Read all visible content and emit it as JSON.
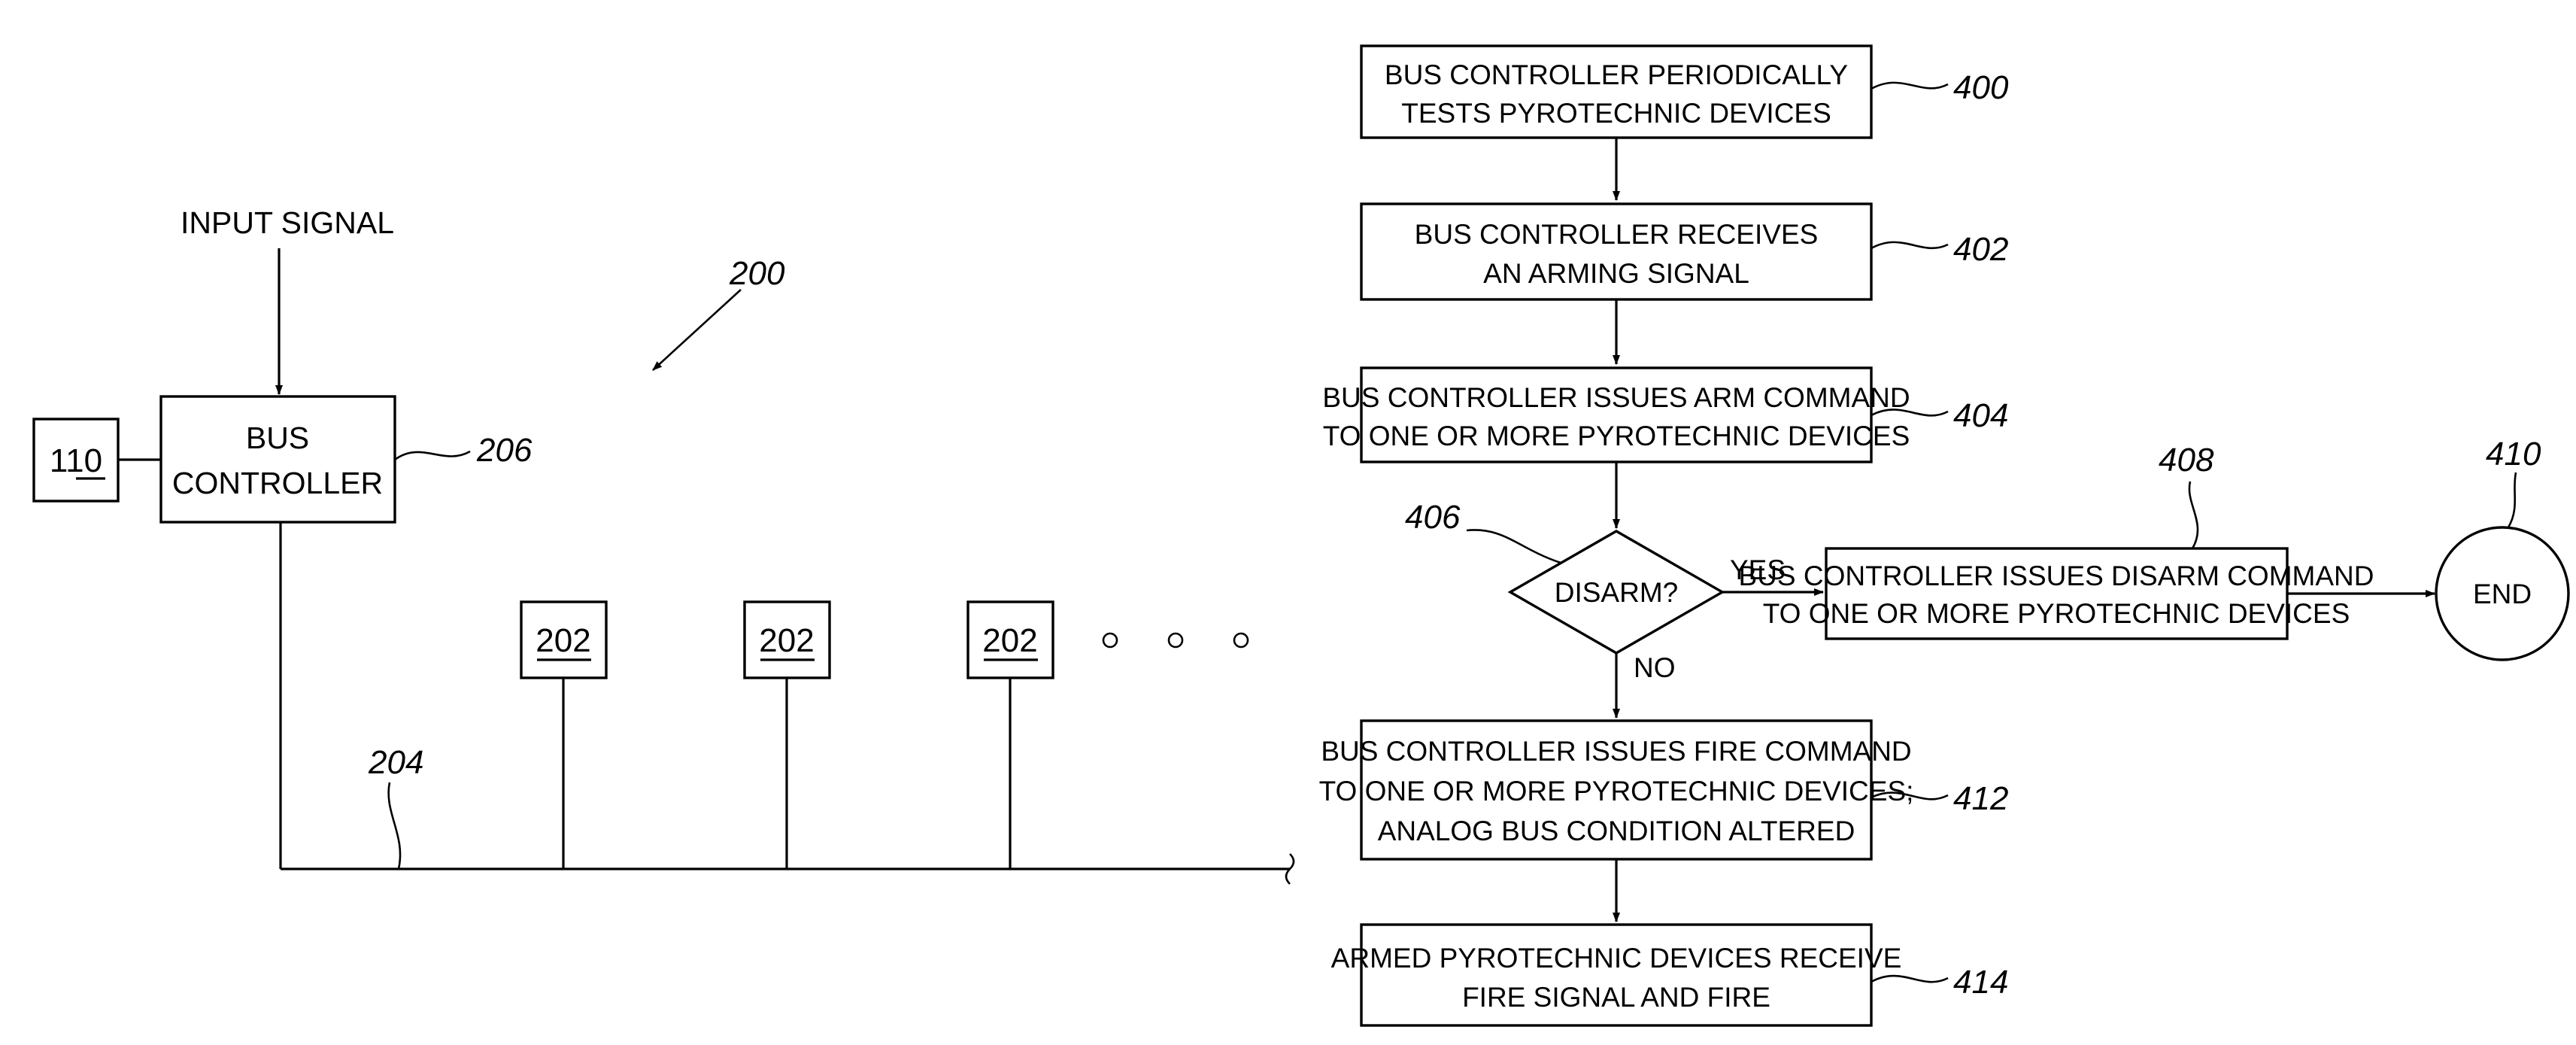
{
  "left_diagram": {
    "ref_200": "200",
    "input_signal": "INPUT SIGNAL",
    "box_110": "110",
    "bus_controller_line1": "BUS",
    "bus_controller_line2": "CONTROLLER",
    "ref_206": "206",
    "ref_204": "204",
    "devices": [
      "202",
      "202",
      "202"
    ]
  },
  "flowchart": {
    "step_400": {
      "line1": "BUS CONTROLLER PERIODICALLY",
      "line2": "TESTS PYROTECHNIC DEVICES",
      "ref": "400"
    },
    "step_402": {
      "line1": "BUS CONTROLLER RECEIVES",
      "line2": "AN ARMING SIGNAL",
      "ref": "402"
    },
    "step_404": {
      "line1": "BUS CONTROLLER ISSUES ARM COMMAND",
      "line2": "TO ONE OR MORE PYROTECHNIC DEVICES",
      "ref": "404"
    },
    "decision_406": {
      "label": "DISARM?",
      "ref": "406",
      "yes": "YES",
      "no": "NO"
    },
    "step_408": {
      "line1": "BUS CONTROLLER ISSUES DISARM COMMAND",
      "line2": "TO ONE OR MORE PYROTECHNIC DEVICES",
      "ref": "408"
    },
    "end_410": {
      "label": "END",
      "ref": "410"
    },
    "step_412": {
      "line1": "BUS CONTROLLER ISSUES FIRE COMMAND",
      "line2": "TO ONE OR MORE PYROTECHNIC DEVICES;",
      "line3": "ANALOG BUS CONDITION ALTERED",
      "ref": "412"
    },
    "step_414": {
      "line1": "ARMED PYROTECHNIC DEVICES RECEIVE",
      "line2": "FIRE SIGNAL AND FIRE",
      "ref": "414"
    }
  }
}
